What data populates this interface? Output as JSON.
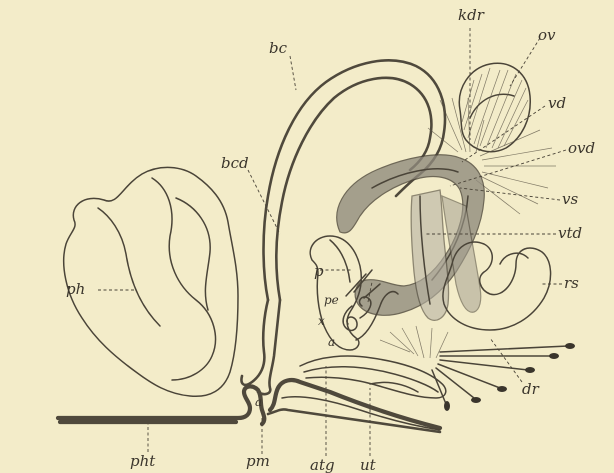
{
  "colors": {
    "paper": "#f3ecc9",
    "ink": "#4a4438",
    "shade": "#8f8a7c"
  },
  "labels": {
    "kdr": "kdr",
    "ov": "ov",
    "bc": "bc",
    "vd": "vd",
    "ovd": "ovd",
    "bcd": "bcd",
    "vs": "vs",
    "p": "p",
    "vtd": "vtd",
    "pe": "pe",
    "x": "x",
    "ph": "ph",
    "rs": "rs",
    "a_small": "a",
    "dr": "dr",
    "a": "a",
    "pht": "pht",
    "pm": "pm",
    "atg": "atg",
    "ut": "ut"
  }
}
